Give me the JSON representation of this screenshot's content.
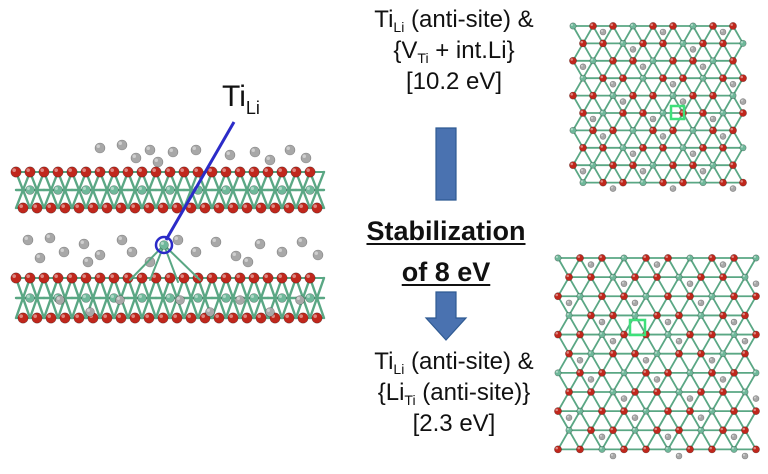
{
  "left_label": {
    "main": "Ti",
    "sub": "Li"
  },
  "top_config": {
    "line1": {
      "main": "Ti",
      "sub": "Li",
      "rest": " (anti-site)   &"
    },
    "line2": {
      "pre": "{V",
      "sub": "Ti",
      "rest": "  +  int.Li}"
    },
    "energy": "[10.2 eV]"
  },
  "stabilization": {
    "line1": "Stabilization",
    "line2": "of 8 eV"
  },
  "bottom_config": {
    "line1": {
      "main": "Ti",
      "sub": "Li",
      "rest": " (anti-site) &"
    },
    "line2": {
      "pre": "{Li",
      "sub": "Ti",
      "rest": " (anti-site)}"
    },
    "energy": "[2.3 eV]"
  },
  "colors": {
    "oxygen": "#c0271c",
    "titanium": "#6fb89a",
    "lithium": "#a8a8a8",
    "bond": "#5aa784",
    "pointer": "#2b2bc8",
    "arrow": "#4a72b0",
    "marker": "#3ee07a"
  }
}
